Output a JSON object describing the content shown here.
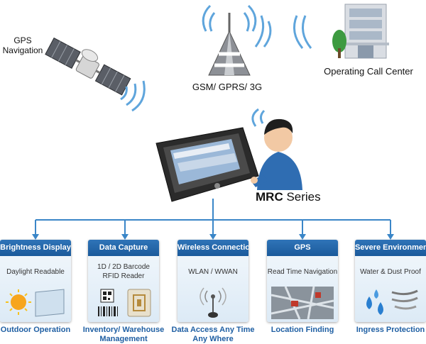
{
  "top": {
    "gps_label_line1": "GPS",
    "gps_label_line2": "Navigation",
    "tower_label": "GSM/ GPRS/ 3G",
    "call_center_label": "Operating Call Center"
  },
  "device": {
    "brand": "MRC",
    "suffix": " Series"
  },
  "cards": [
    {
      "title": "Brightness Display",
      "sub1": "Daylight Readable",
      "sub2": "",
      "footer1": "Outdoor Operation",
      "footer2": ""
    },
    {
      "title": "Data Capture",
      "sub1": "1D / 2D Barcode",
      "sub2": "RFID Reader",
      "footer1": "Inventory/ Warehouse",
      "footer2": "Management"
    },
    {
      "title": "Wireless Connection",
      "sub1": "WLAN / WWAN",
      "sub2": "",
      "footer1": "Data Access Any Time",
      "footer2": "Any Where"
    },
    {
      "title": "GPS",
      "sub1": "Read Time Navigation",
      "sub2": "",
      "footer1": "Location Finding",
      "footer2": ""
    },
    {
      "title": "Severe Environment",
      "sub1": "Water & Dust Proof",
      "sub2": "",
      "footer1": "Ingress Protection",
      "footer2": ""
    }
  ],
  "colors": {
    "accent": "#1f5fa3",
    "connector": "#3a86c8"
  }
}
